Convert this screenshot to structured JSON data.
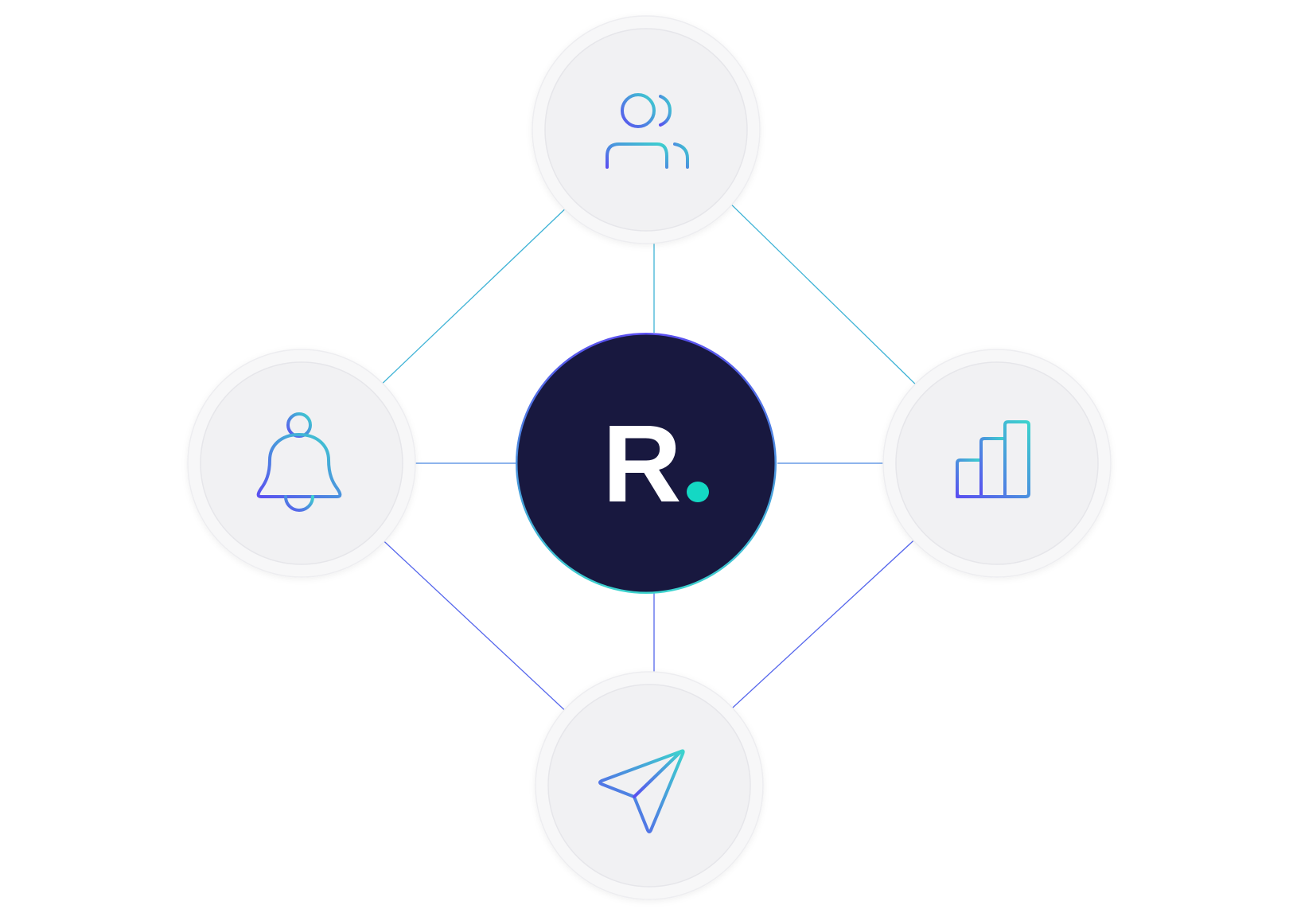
{
  "logo": {
    "letter": "R",
    "background_color": "#18183f",
    "letter_color": "#ffffff",
    "dot_color": "#14d8c4"
  },
  "colors": {
    "gradient_start": "#5a4ff0",
    "gradient_end": "#3cd3cd",
    "node_fill": "#f1f1f3",
    "node_halo": "#f7f7f8"
  },
  "nodes": [
    {
      "position": "top",
      "icon": "users-icon"
    },
    {
      "position": "left",
      "icon": "bell-icon"
    },
    {
      "position": "right",
      "icon": "bar-chart-icon"
    },
    {
      "position": "bottom",
      "icon": "paper-plane-icon"
    }
  ]
}
